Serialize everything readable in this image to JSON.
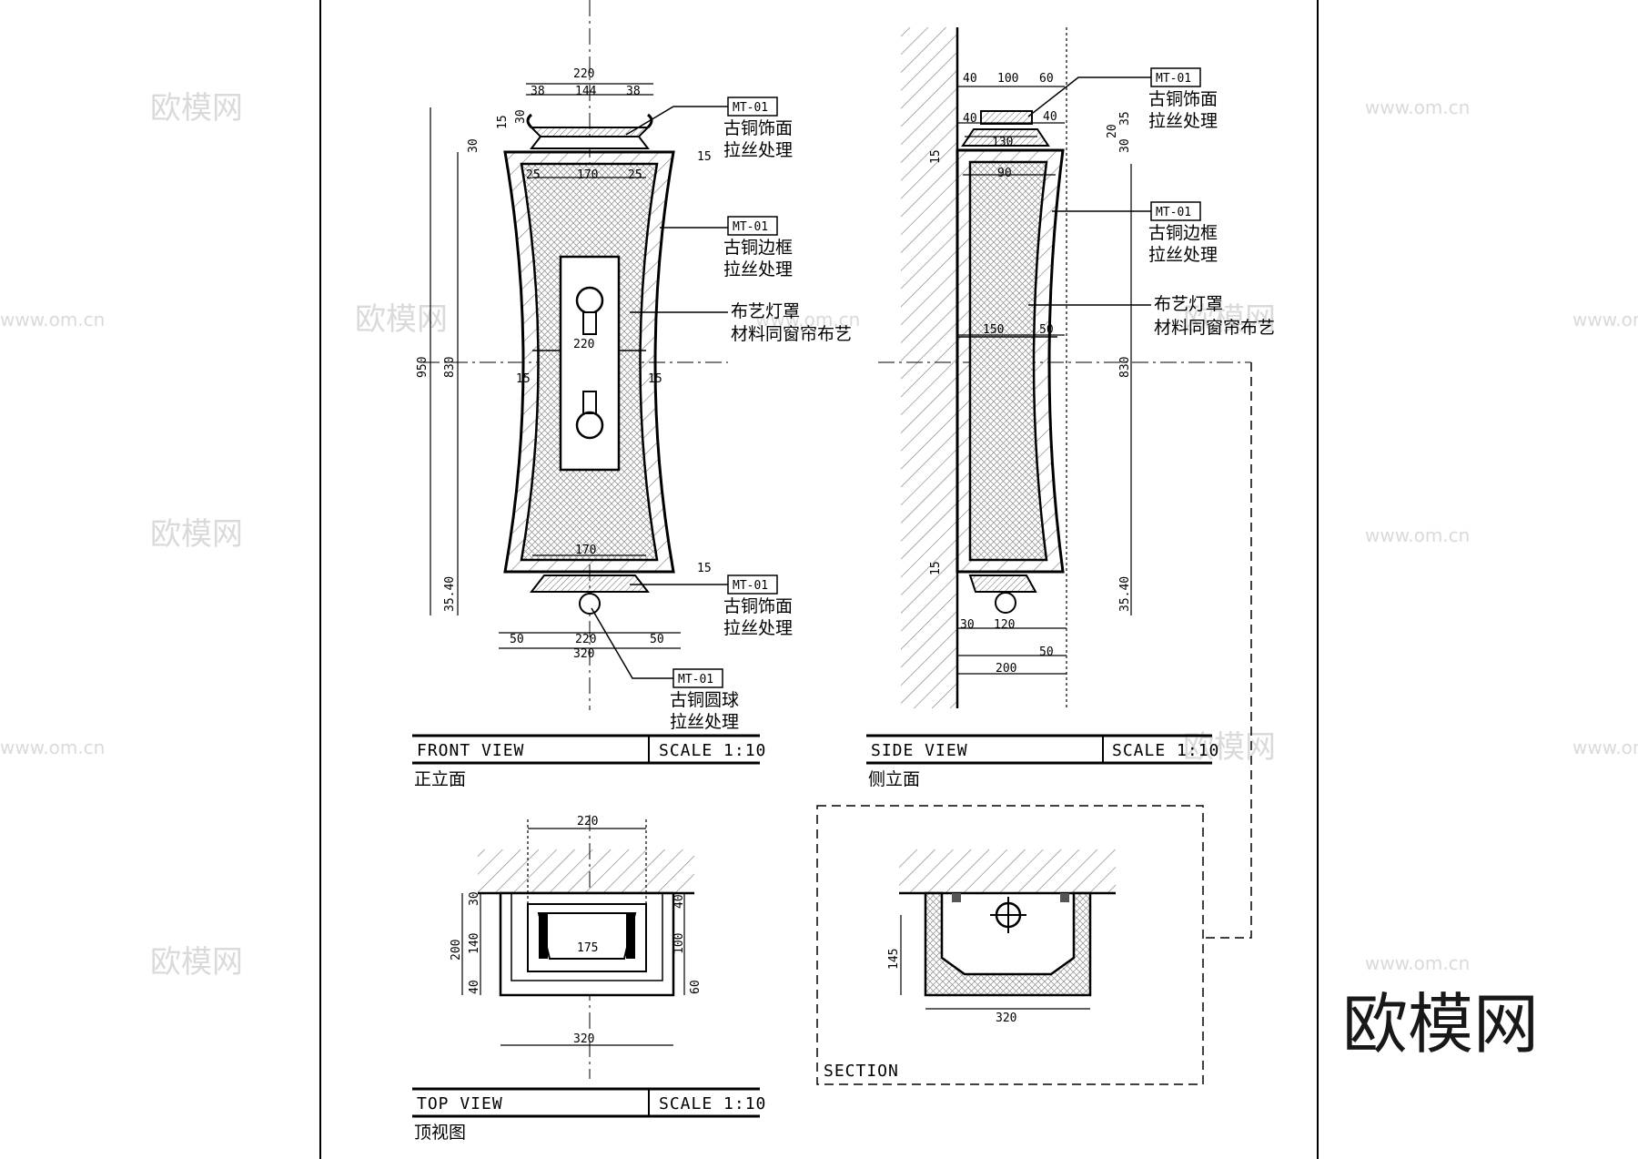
{
  "watermark": {
    "brand": "欧模网",
    "url": "www.om.cn"
  },
  "front_view": {
    "title": "FRONT VIEW",
    "scale": "SCALE 1:10",
    "subtitle": "正立面",
    "dims": {
      "top_width": "220",
      "top_left": "38",
      "top_mid": "144",
      "top_right": "38",
      "cap_h1": "30",
      "cap_h2": "30",
      "cap_h3": "15",
      "cap_gap": "15",
      "shade_left": "25",
      "shade_mid": "170",
      "shade_right": "25",
      "mid_width": "220",
      "mid_left": "15",
      "mid_right": "15",
      "bottom_inner": "170",
      "bottom_gap": "15",
      "total_h": "950",
      "shade_h": "830",
      "base_h": "35.40",
      "base_left": "50",
      "base_mid": "220",
      "base_right": "50",
      "base_total": "320"
    },
    "callouts": [
      {
        "tag": "MT-01",
        "line1": "古铜饰面",
        "line2": "拉丝处理"
      },
      {
        "tag": "MT-01",
        "line1": "古铜边框",
        "line2": "拉丝处理"
      },
      {
        "tag": "",
        "line1": "布艺灯罩",
        "line2": "材料同窗帘布艺"
      },
      {
        "tag": "MT-01",
        "line1": "古铜饰面",
        "line2": "拉丝处理"
      },
      {
        "tag": "MT-01",
        "line1": "古铜圆球",
        "line2": "拉丝处理"
      }
    ]
  },
  "side_view": {
    "title": "SIDE VIEW",
    "scale": "SCALE 1:10",
    "subtitle": "侧立面",
    "dims": {
      "top_a": "40",
      "top_b": "100",
      "top_c": "60",
      "cap_a": "40",
      "cap_b": "130",
      "right_a": "35",
      "right_b": "20",
      "right_c": "30",
      "shade_top": "90",
      "shade_mid_a": "150",
      "shade_mid_b": "50",
      "left_gap": "15",
      "left_gap_b": "15",
      "height": "830",
      "base_h": "35.40",
      "base_a": "30",
      "base_b": "120",
      "base_c": "50",
      "base_total": "200"
    },
    "callouts": [
      {
        "tag": "MT-01",
        "line1": "古铜饰面",
        "line2": "拉丝处理"
      },
      {
        "tag": "MT-01",
        "line1": "古铜边框",
        "line2": "拉丝处理"
      },
      {
        "tag": "",
        "line1": "布艺灯罩",
        "line2": "材料同窗帘布艺"
      }
    ]
  },
  "top_view": {
    "title": "TOP VIEW",
    "scale": "SCALE 1:10",
    "subtitle": "顶视图",
    "dims": {
      "width": "220",
      "inner": "175",
      "total_w": "320",
      "h_total": "200",
      "h_a": "30",
      "h_b": "140",
      "h_c": "40",
      "r_a": "40",
      "r_b": "100",
      "r_c": "60"
    }
  },
  "section": {
    "title": "SECTION",
    "dims": {
      "height": "145",
      "width": "320"
    }
  }
}
